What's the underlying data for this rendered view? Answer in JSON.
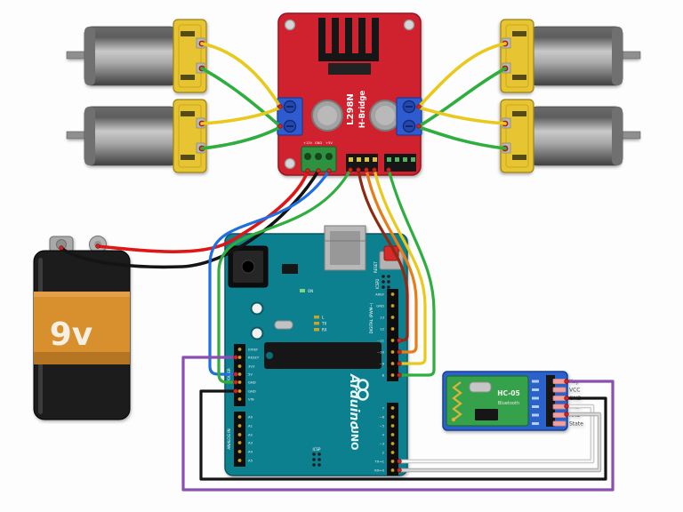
{
  "l298n": {
    "line1": "L298N",
    "line2": "H-Bridge",
    "terminal_labels": [
      "+12V",
      "GND",
      "+5V"
    ]
  },
  "battery": {
    "label": "9v"
  },
  "arduino": {
    "brand": "Arduino",
    "model": "UNO",
    "reset_label": "RESET",
    "icsp_label": "ICSP",
    "icsp2_label": "ICSP2",
    "power_group_label": "POWER",
    "analog_group_label": "ANALOG IN",
    "digital_group_label": "DIGITAL (PWM~)",
    "on_label": "ON",
    "l_label": "L",
    "tx_label": "TX",
    "rx_label": "RX",
    "power_pins": [
      "IOREF",
      "RESET",
      "3V3",
      "5V",
      "GND",
      "GND",
      "VIN"
    ],
    "analog_pins": [
      "A0",
      "A1",
      "A2",
      "A3",
      "A4",
      "A5"
    ],
    "digital_pins_upper": [
      "AREF",
      "GND",
      "13",
      "12",
      "~11",
      "~10",
      "~9",
      "8"
    ],
    "digital_pins_lower": [
      "7",
      "~6",
      "~5",
      "4",
      "~3",
      "2",
      "TX→1",
      "RX←0"
    ]
  },
  "hc05": {
    "name": "HC-05",
    "subtitle": "Bluetooth",
    "pins": [
      "Key",
      "VCC",
      "GND",
      "TXD",
      "RXD",
      "State"
    ]
  },
  "colors": {
    "board_red": "#d0232e",
    "board_teal": "#11808f",
    "board_green": "#35a24c",
    "board_blue": "#2b62c9",
    "battery_orange": "#d88f2f",
    "wire_red": "#e01616",
    "wire_black": "#141414",
    "wire_yellow": "#e8c91c",
    "wire_green": "#2fae3f",
    "wire_blue": "#1f6fe0",
    "wire_dark_red": "#8e2a12",
    "wire_orange": "#e67e17",
    "wire_purple": "#8a4fb0",
    "wire_white": "#f5f5f5",
    "wire_gray": "#c4c4c4"
  }
}
